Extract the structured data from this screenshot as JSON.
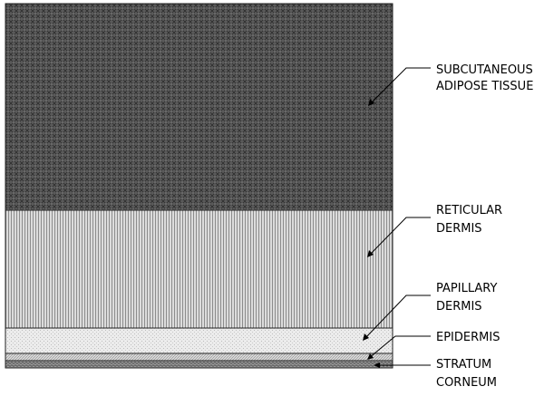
{
  "labels": {
    "subcutaneous": [
      "SUBCUTANEOUS",
      "ADIPOSE TISSUE"
    ],
    "reticular": [
      "RETICULAR",
      "DERMIS"
    ],
    "papillary": [
      "PAPILLARY",
      "DERMIS"
    ],
    "epidermis": [
      "EPIDERMIS"
    ],
    "stratum": [
      "STRATUM",
      "CORNEUM"
    ]
  },
  "colors": {
    "subcutaneous_base": "#555555",
    "reticular_base": "#c8c8c8",
    "papillary_base": "#e6e6e6",
    "epidermis_base": "#cfcfcf",
    "stratum_base": "#7a7a7a",
    "border": "#222222",
    "leader": "#000000"
  }
}
